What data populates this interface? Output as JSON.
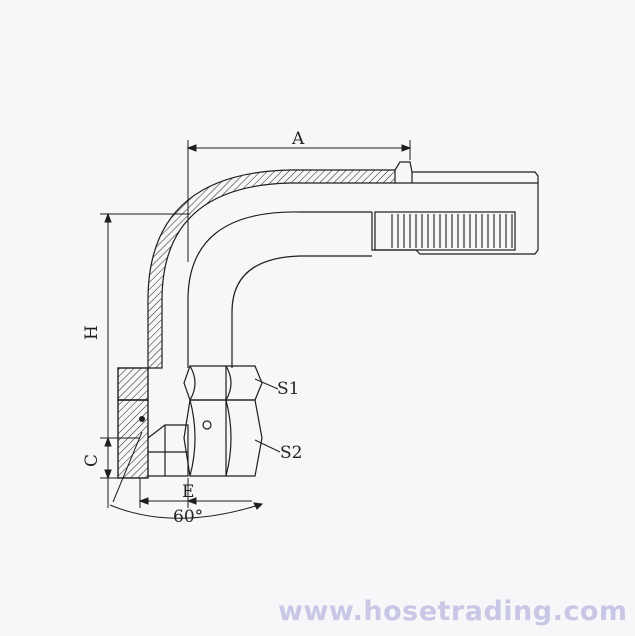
{
  "diagram": {
    "labels": {
      "a": "A",
      "h": "H",
      "c": "C",
      "e": "E",
      "s1": "S1",
      "s2": "S2",
      "angle": "60°"
    },
    "watermark": "www.hosetrading.com",
    "colors": {
      "background": "#f7f6f8",
      "line": "#1e1e1e",
      "watermark": "#c9c7e6"
    }
  }
}
